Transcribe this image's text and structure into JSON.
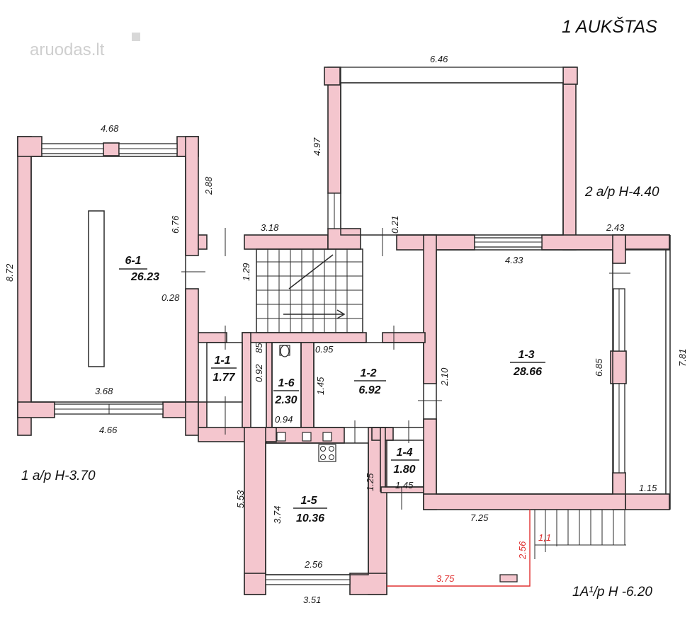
{
  "title": "1 AUKŠTAS",
  "watermark": "aruodas.lt",
  "levels": {
    "left": "1 a/p H-3.70",
    "right_upper": "2 a/p H-4.40",
    "bottom_right": "1A¹/p H -6.20"
  },
  "rooms": [
    {
      "id": "6-1",
      "area": "26.23"
    },
    {
      "id": "1-1",
      "area": "1.77"
    },
    {
      "id": "1-6",
      "area": "2.30"
    },
    {
      "id": "1-2",
      "area": "6.92"
    },
    {
      "id": "1-3",
      "area": "28.66"
    },
    {
      "id": "1-4",
      "area": "1.80"
    },
    {
      "id": "1-5",
      "area": "10.36"
    }
  ],
  "dimensions": {
    "d_468": "4.68",
    "d_288": "2.88",
    "d_676": "6.76",
    "d_872": "8.72",
    "d_028": "0.28",
    "d_368": "3.68",
    "d_466": "4.66",
    "d_646": "6.46",
    "d_497": "4.97",
    "d_318": "3.18",
    "d_129": "1.29",
    "d_021": "0.21",
    "d_243": "2.43",
    "d_433": "4.33",
    "d_685": "6.85",
    "d_781": "7.81",
    "d_115": "1.15",
    "d_725": "7.25",
    "d_210": "2.10",
    "d_095": "0.95",
    "d_145a": "1.45",
    "d_092": "0.92",
    "d_085": "85",
    "d_094": "0.94",
    "d_125": "1.25",
    "d_145b": "1.45",
    "d_553": "5.53",
    "d_374": "3.74",
    "d_256a": "2.56",
    "d_351": "3.51",
    "d_256b": "2.56",
    "d_11": "1,1",
    "d_375": "3.75"
  }
}
